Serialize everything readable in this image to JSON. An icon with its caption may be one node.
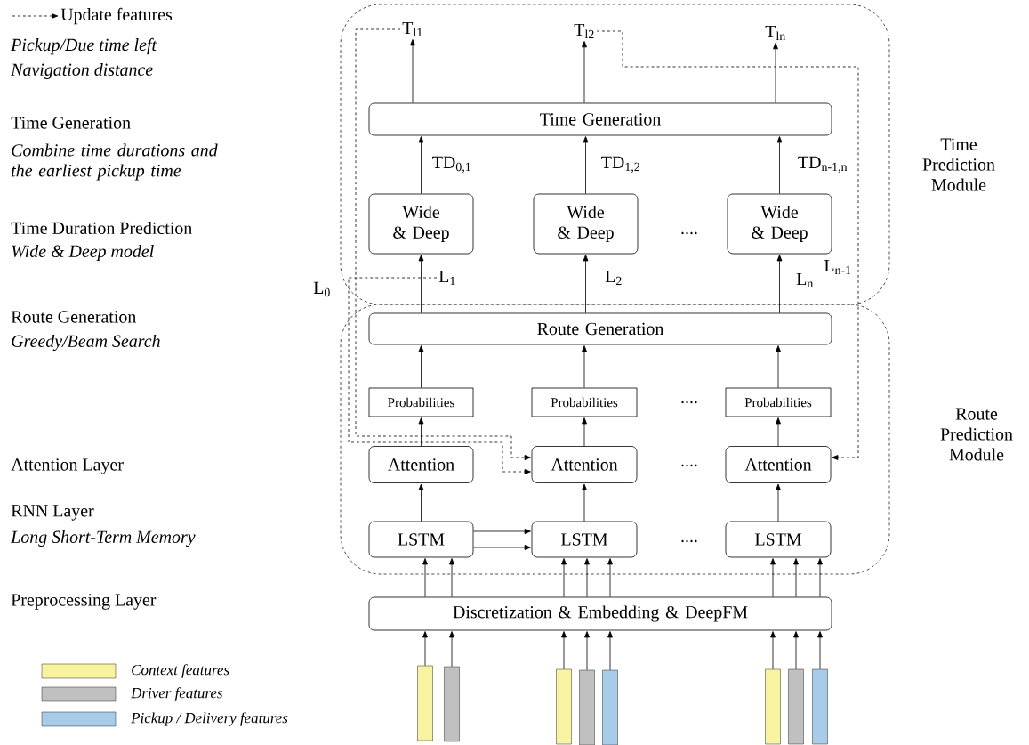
{
  "diagram": {
    "nodes": [
      {
        "text": [
          "Time Prediction Module"
        ]
      },
      {
        "text": [
          "Route Prediction Module"
        ]
      },
      {
        "text": [
          "T$_{l1}$"
        ],
        "in": 0
      },
      {
        "text": [
          "T$_{l2}$"
        ],
        "in": 0
      },
      {
        "text": [
          "T$_{ln}$"
        ],
        "in": 0
      },
      {
        "text": [
          "Time Generation"
        ],
        "in": 0
      },
      {
        "text": [
          "Wide & Deep"
        ],
        "in": 0
      },
      {
        "text": [
          "Wide & Deep"
        ],
        "in": 0
      },
      {
        "text": [
          "Wide & Deep"
        ],
        "in": 0
      },
      {
        "text": [
          "L$_{1}$"
        ],
        "in": 0
      },
      {
        "text": [
          "Route Generation"
        ],
        "in": 1
      },
      {
        "text": [
          "Probabilities"
        ],
        "in": 1
      },
      {
        "text": [
          "Probabilities"
        ],
        "in": 1
      },
      {
        "text": [
          "Probabilities"
        ],
        "in": 1
      },
      {
        "text": [
          "Attention"
        ],
        "in": 1
      },
      {
        "text": [
          "Attention"
        ],
        "in": 1
      },
      {
        "text": [
          "Attention"
        ],
        "in": 1
      },
      {
        "text": [
          "LSTM"
        ],
        "in": 1
      },
      {
        "text": [
          "LSTM"
        ],
        "in": 1
      },
      {
        "text": [
          "LSTM"
        ],
        "in": 1
      },
      {
        "text": [
          "Discretization & Embedding & DeepFM"
        ]
      },
      {
        "text": [],
        "shape": "bar"
      },
      {
        "text": [],
        "shape": "bar"
      },
      {
        "text": [],
        "shape": "bar"
      },
      {
        "text": [],
        "shape": "bar"
      },
      {
        "text": [],
        "shape": "bar"
      },
      {
        "text": [],
        "shape": "bar"
      },
      {
        "text": [],
        "shape": "bar"
      },
      {
        "text": [],
        "shape": "bar"
      }
    ],
    "edges": [
      {
        "from": 5,
        "to": 2,
        "arrow": "to"
      },
      {
        "from": 5,
        "to": 3,
        "arrow": "to"
      },
      {
        "from": 5,
        "to": 4,
        "arrow": "to"
      },
      {
        "from": 6,
        "to": 5,
        "arrow": "to",
        "label": "TD$_{0,1}$"
      },
      {
        "from": 7,
        "to": 5,
        "arrow": "to",
        "label": "TD$_{1,2}$"
      },
      {
        "from": 8,
        "to": 5,
        "arrow": "to",
        "label": "TD$_{n-1,n}$"
      },
      {
        "from": 10,
        "to": 6,
        "arrow": "to"
      },
      {
        "from": 10,
        "to": 7,
        "arrow": "to",
        "label": "L$_{2}$"
      },
      {
        "from": 10,
        "to": 8,
        "arrow": "to",
        "label": "L$_{n}$"
      },
      {
        "from": 11,
        "to": 10,
        "arrow": "to"
      },
      {
        "from": 12,
        "to": 10,
        "arrow": "to"
      },
      {
        "from": 13,
        "to": 10,
        "arrow": "to"
      },
      {
        "from": 14,
        "to": 11,
        "arrow": "to"
      },
      {
        "from": 15,
        "to": 12,
        "arrow": "to"
      },
      {
        "from": 16,
        "to": 13,
        "arrow": "to"
      },
      {
        "from": 17,
        "to": 14,
        "arrow": "to"
      },
      {
        "from": 18,
        "to": 15,
        "arrow": "to"
      },
      {
        "from": 19,
        "to": 16,
        "arrow": "to"
      },
      {
        "from": 17,
        "to": 18,
        "arrow": "to"
      },
      {
        "from": 17,
        "to": 18,
        "arrow": "to"
      },
      {
        "from": 20,
        "to": 17,
        "arrow": "to"
      },
      {
        "from": 20,
        "to": 17,
        "arrow": "to"
      },
      {
        "from": 20,
        "to": 18,
        "arrow": "to"
      },
      {
        "from": 20,
        "to": 18,
        "arrow": "to"
      },
      {
        "from": 20,
        "to": 18,
        "arrow": "to"
      },
      {
        "from": 20,
        "to": 19,
        "arrow": "to"
      },
      {
        "from": 20,
        "to": 19,
        "arrow": "to"
      },
      {
        "from": 20,
        "to": 19,
        "arrow": "to"
      },
      {
        "from": 21,
        "to": 20,
        "arrow": "to"
      },
      {
        "from": 22,
        "to": 20,
        "arrow": "to"
      },
      {
        "from": 23,
        "to": 20,
        "arrow": "to"
      },
      {
        "from": 24,
        "to": 20,
        "arrow": "to"
      },
      {
        "from": 25,
        "to": 20,
        "arrow": "to"
      },
      {
        "from": 26,
        "to": 20,
        "arrow": "to"
      },
      {
        "from": 27,
        "to": 20,
        "arrow": "to"
      },
      {
        "from": 28,
        "to": 20,
        "arrow": "to"
      },
      {
        "from": 2,
        "to": 15,
        "arrow": "to",
        "style": "dashed"
      },
      {
        "from": 9,
        "to": 15,
        "arrow": "to",
        "style": "dashed"
      },
      {
        "from": 3,
        "to": 16,
        "arrow": "to",
        "style": "dashed",
        "label": "L$_{n-1}$"
      }
    ],
    "labels": [
      "Pickup/Due time left",
      "Navigation distance",
      "Time Generation",
      "Combine time durations and the earliest pickup time",
      "Time Duration Prediction",
      "Wide & Deep model",
      "....",
      "L$_{0}$",
      "Route Generation",
      "Greedy/Beam Search",
      "....",
      "Attention Layer",
      "....",
      "RNN Layer",
      "Long Short-Term Memory",
      "....",
      "Preprocessing Layer"
    ],
    "legend": [
      {
        "text": "Update features"
      },
      {
        "text": "Context features",
        "color": "#f7f3a1"
      },
      {
        "text": "Driver features",
        "color": "#c0c0c0"
      },
      {
        "text": "Pickup / Delivery features",
        "color": "#a9cbea"
      }
    ]
  }
}
